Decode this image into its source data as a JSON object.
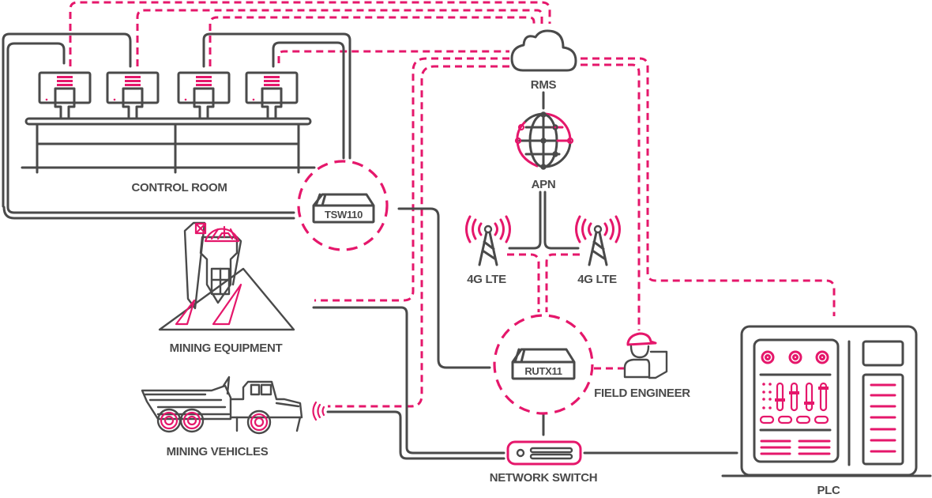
{
  "diagram": {
    "title": "Mining network topology",
    "colors": {
      "line": "#4a4a4a",
      "accent": "#e5176b",
      "background": "#ffffff"
    },
    "nodes": {
      "control_room": {
        "label": "CONTROL ROOM",
        "icon": "control-room-icon",
        "workstations": 4
      },
      "tsw110": {
        "label": "TSW110",
        "icon": "switch-device-icon"
      },
      "rms": {
        "label": "RMS",
        "icon": "cloud-icon"
      },
      "apn": {
        "label": "APN",
        "icon": "globe-icon"
      },
      "lte_left": {
        "label": "4G LTE",
        "icon": "cell-tower-icon"
      },
      "lte_right": {
        "label": "4G LTE",
        "icon": "cell-tower-icon"
      },
      "mining_equipment": {
        "label": "MINING EQUIPMENT",
        "icon": "mine-headframe-icon"
      },
      "rutx11": {
        "label": "RUTX11",
        "icon": "router-device-icon"
      },
      "field_engineer": {
        "label": "FIELD ENGINEER",
        "icon": "engineer-laptop-icon"
      },
      "mining_vehicles": {
        "label": "MINING VEHICLES",
        "icon": "dump-truck-icon"
      },
      "network_switch": {
        "label": "NETWORK SWITCH",
        "icon": "network-switch-icon"
      },
      "plc": {
        "label": "PLC",
        "icon": "plc-cabinet-icon"
      }
    },
    "connections": [
      {
        "from": "control_room",
        "to": "tsw110",
        "type": "wired"
      },
      {
        "from": "control_room",
        "to": "rms",
        "type": "remote"
      },
      {
        "from": "rms",
        "to": "apn",
        "type": "wired"
      },
      {
        "from": "apn",
        "to": "lte_left",
        "type": "wired"
      },
      {
        "from": "apn",
        "to": "lte_right",
        "type": "wired"
      },
      {
        "from": "lte_left",
        "to": "rutx11",
        "type": "wireless"
      },
      {
        "from": "lte_right",
        "to": "rutx11",
        "type": "wireless"
      },
      {
        "from": "tsw110",
        "to": "rutx11",
        "type": "wired"
      },
      {
        "from": "rms",
        "to": "mining_equipment",
        "type": "remote"
      },
      {
        "from": "rms",
        "to": "mining_vehicles",
        "type": "remote"
      },
      {
        "from": "rms",
        "to": "field_engineer",
        "type": "remote"
      },
      {
        "from": "rms",
        "to": "plc",
        "type": "remote"
      },
      {
        "from": "rutx11",
        "to": "field_engineer",
        "type": "remote"
      },
      {
        "from": "rutx11",
        "to": "network_switch",
        "type": "wired"
      },
      {
        "from": "mining_equipment",
        "to": "network_switch",
        "type": "wired"
      },
      {
        "from": "mining_vehicles",
        "to": "network_switch",
        "type": "wired"
      },
      {
        "from": "network_switch",
        "to": "plc",
        "type": "wired"
      }
    ]
  }
}
